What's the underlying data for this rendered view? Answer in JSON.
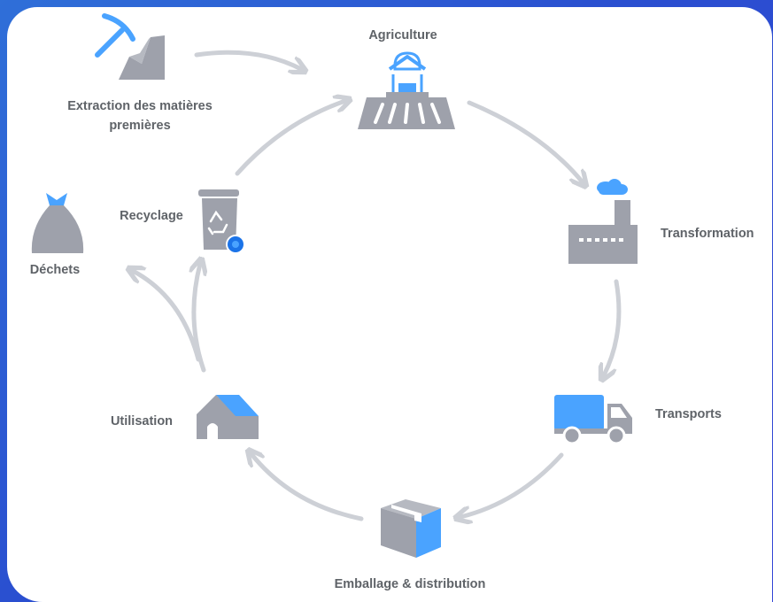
{
  "labels": {
    "extraction_line1": "Extraction des matières",
    "extraction_line2": "premières",
    "agriculture": "Agriculture",
    "transformation": "Transformation",
    "transports": "Transports",
    "emballage": "Emballage & distribution",
    "utilisation": "Utilisation",
    "recyclage": "Recyclage",
    "dechets": "Déchets"
  },
  "colors": {
    "background": "#2b56d4",
    "card": "#ffffff",
    "icon_gray": "#9ea1ab",
    "icon_blue": "#4aa3ff",
    "arrow": "#cdd0d6",
    "text": "#5f6368"
  },
  "icons": [
    "pickaxe-mountain-icon",
    "farm-field-icon",
    "factory-icon",
    "truck-icon",
    "box-icon",
    "house-icon",
    "recycle-bin-icon",
    "trash-bag-icon"
  ]
}
